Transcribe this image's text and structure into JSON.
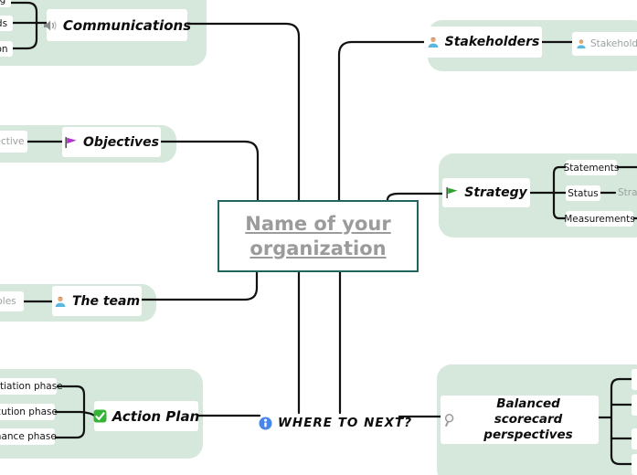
{
  "root": {
    "title": "Name of your organization"
  },
  "branches": {
    "communications": {
      "label": "Communications",
      "icon": "speaker-icon",
      "children": [
        {
          "label": "g"
        },
        {
          "label": "ds"
        },
        {
          "label": "on"
        }
      ]
    },
    "stakeholders": {
      "label": "Stakeholders",
      "icon": "person-icon",
      "children": [
        {
          "label": "Stakeholder",
          "icon": "person-icon"
        }
      ]
    },
    "objectives": {
      "label": "Objectives",
      "icon": "flag-icon",
      "children": [
        {
          "label": "jective"
        }
      ]
    },
    "strategy": {
      "label": "Strategy",
      "icon": "flag-icon",
      "children": [
        {
          "label": "Statements"
        },
        {
          "label": "Status",
          "children": [
            {
              "label": "Stra"
            }
          ]
        },
        {
          "label": "Measurements"
        }
      ]
    },
    "team": {
      "label": "The team",
      "icon": "person-icon",
      "children": [
        {
          "label": "oles"
        }
      ]
    },
    "action_plan": {
      "label": "Action Plan",
      "icon": "checkbox-icon",
      "children": [
        {
          "label": "Initiation phase"
        },
        {
          "label": "xecution phase"
        },
        {
          "label": "tenance phase"
        }
      ]
    },
    "where_next": {
      "label": "WHERE TO NEXT?",
      "icon": "info-icon"
    },
    "balanced": {
      "label": "Balanced scorecard perspectives",
      "icon": "magnifier-icon"
    }
  },
  "colors": {
    "cloud": "#d5e8db",
    "root_border": "#20655e",
    "root_text": "#9b9b9b",
    "line": "#111111",
    "muted_text": "#9ba1a1",
    "objectives_flag": "#b030d0",
    "strategy_flag": "#2fa12f",
    "check_green": "#35b437",
    "info_blue": "#4a86e8",
    "speaker_gray": "#8d8d8d"
  }
}
